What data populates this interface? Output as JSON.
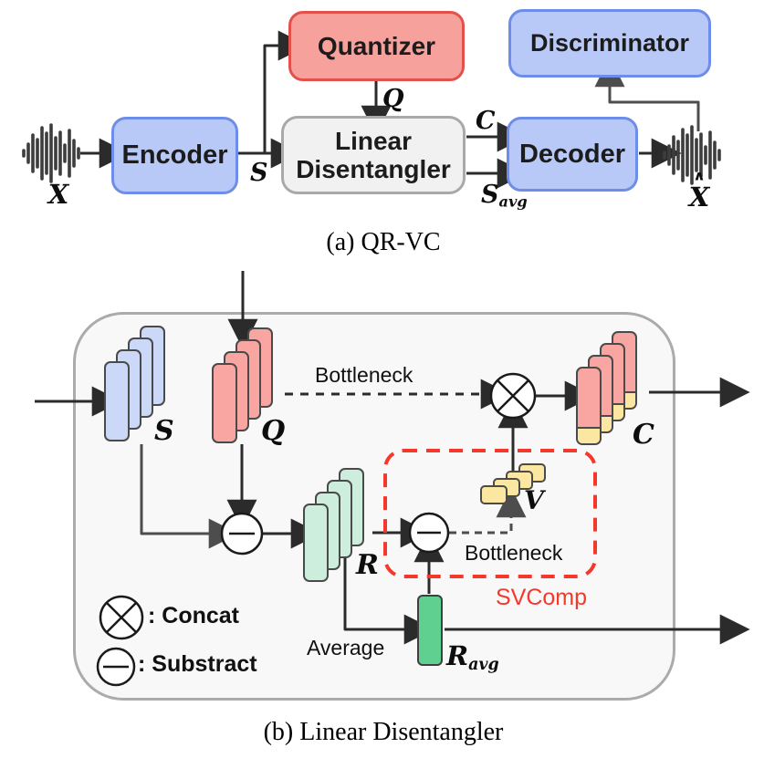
{
  "colors": {
    "block_blue_fill": "#b9c9f7",
    "block_blue_border": "#6d8de9",
    "block_red_fill": "#f7a19d",
    "block_red_border": "#e4504b",
    "block_gray_fill": "#f1f1f1",
    "block_gray_border": "#a9a9a9",
    "stack_s_fill": "#ccd8f7",
    "stack_q_fill": "#f9a6a2",
    "stack_r_fill": "#cdeedd",
    "stack_c_top_fill": "#f9a6a2",
    "stack_c_bottom_fill": "#fbe7a2",
    "stack_v_fill": "#fbe7a2",
    "r_avg_fill": "#5fd08f",
    "svcomp_red": "#f5382c"
  },
  "panel_a": {
    "caption": "(a) QR-VC",
    "blocks": {
      "encoder": "Encoder",
      "quantizer": "Quantizer",
      "discriminator": "Discriminator",
      "linear_disentangler_line1": "Linear",
      "linear_disentangler_line2": "Disentangler",
      "decoder": "Decoder"
    },
    "labels": {
      "input": "X",
      "encoder_out": "S",
      "quantizer_out": "Q",
      "content_out": "C",
      "speaker_out_base": "S",
      "speaker_out_sub": "avg",
      "output_hat": "∧",
      "output_base": "X"
    },
    "icons": {
      "input_waveform": "waveform-icon",
      "output_waveform": "waveform-icon"
    }
  },
  "panel_b": {
    "caption": "(b) Linear Disentangler",
    "stack_labels": {
      "s": "S",
      "q": "Q",
      "c": "C",
      "r": "R",
      "v": "V"
    },
    "r_avg_base": "R",
    "r_avg_sub": "avg",
    "bottleneck_top": "Bottleneck",
    "bottleneck_inner": "Bottleneck",
    "average": "Average",
    "svcomp": "SVComp",
    "legend": {
      "concat_icon": "concat-circle-times-icon",
      "concat_text": ": Concat",
      "subtract_icon": "subtract-circle-minus-icon",
      "subtract_text": ": Substract"
    }
  }
}
